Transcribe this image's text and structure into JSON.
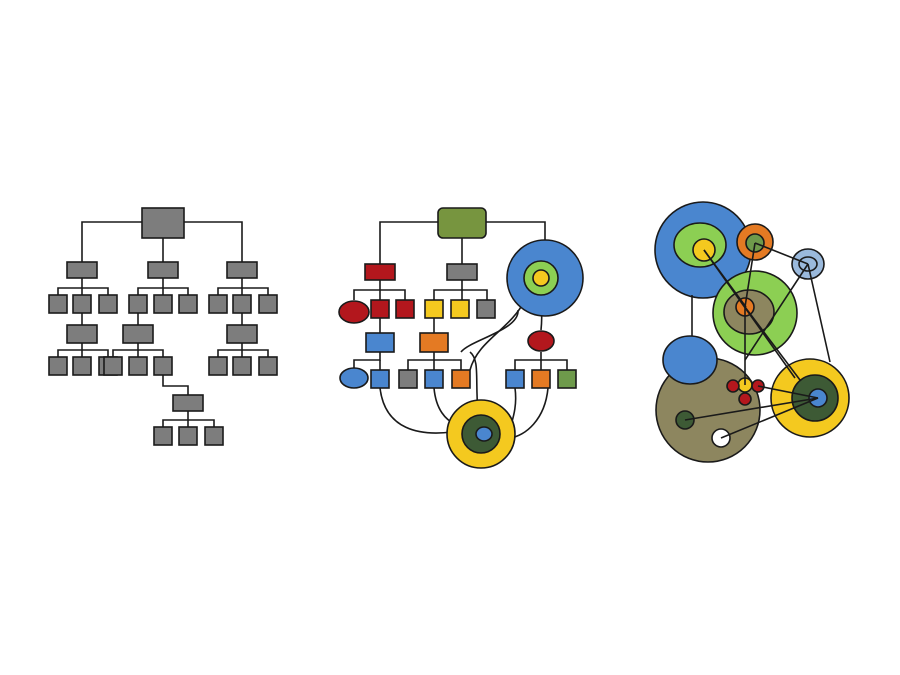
{
  "palette": {
    "stroke": "#1a1a1a",
    "gray": "#7d7d7d",
    "red": "#b3171d",
    "olive_green": "#77953f",
    "blue": "#4a86cf",
    "light_blue": "#9ab9dc",
    "yellow": "#f4c91f",
    "orange": "#e47a23",
    "green": "#6e9a4b",
    "light_green": "#8ccf53",
    "dark_green": "#3d5a35",
    "khaki": "#8d865f",
    "white": "#ffffff"
  },
  "diagrams": [
    {
      "id": "hierarchy",
      "style": "gray boxes in a strict tree"
    },
    {
      "id": "hybrid",
      "style": "colored tree with cross links to ring clusters"
    },
    {
      "id": "network",
      "style": "overlapping circle clusters connected by lines"
    }
  ]
}
